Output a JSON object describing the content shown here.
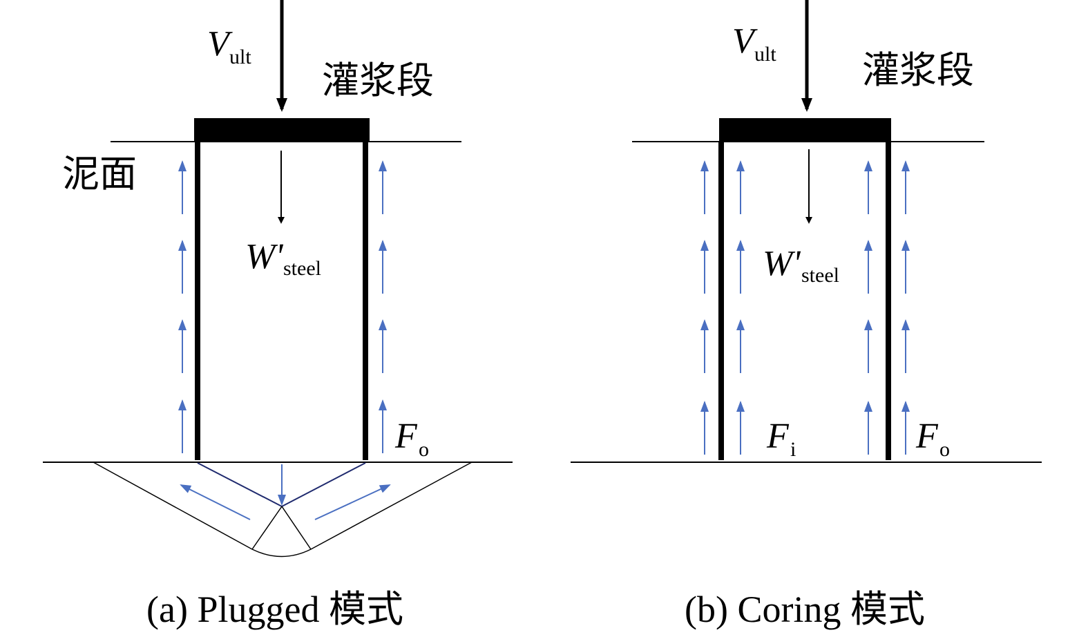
{
  "colors": {
    "ink": "#000000",
    "friction_arrow": "#4a6fc1"
  },
  "panel_a": {
    "load_symbol": "V",
    "load_subscript": "ult",
    "grout_label": "灌浆段",
    "mudline_label": "泥面",
    "weight_symbol": "W'",
    "weight_subscript": "steel",
    "outer_friction_symbol": "F",
    "outer_friction_subscript": "o",
    "caption": "(a) Plugged 模式"
  },
  "panel_b": {
    "load_symbol": "V",
    "load_subscript": "ult",
    "grout_label": "灌浆段",
    "weight_symbol": "W'",
    "weight_subscript": "steel",
    "inner_friction_symbol": "F",
    "inner_friction_subscript": "i",
    "outer_friction_symbol": "F",
    "outer_friction_subscript": "o",
    "caption": "(b) Coring 模式"
  }
}
